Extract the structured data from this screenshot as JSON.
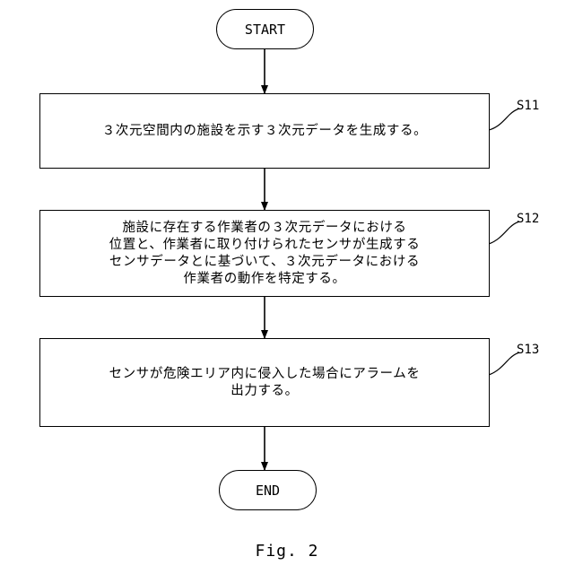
{
  "start_label": "START",
  "end_label": "END",
  "steps": [
    {
      "id": "S11",
      "lines": [
        "３次元空間内の施設を示す３次元データを生成する。"
      ]
    },
    {
      "id": "S12",
      "lines": [
        "施設に存在する作業者の３次元データにおける",
        "位置と、作業者に取り付けられたセンサが生成する",
        "センサデータとに基づいて、３次元データにおける",
        "作業者の動作を特定する。"
      ]
    },
    {
      "id": "S13",
      "lines": [
        "センサが危険エリア内に侵入した場合にアラームを",
        "出力する。"
      ]
    }
  ],
  "caption": "Fig. 2"
}
